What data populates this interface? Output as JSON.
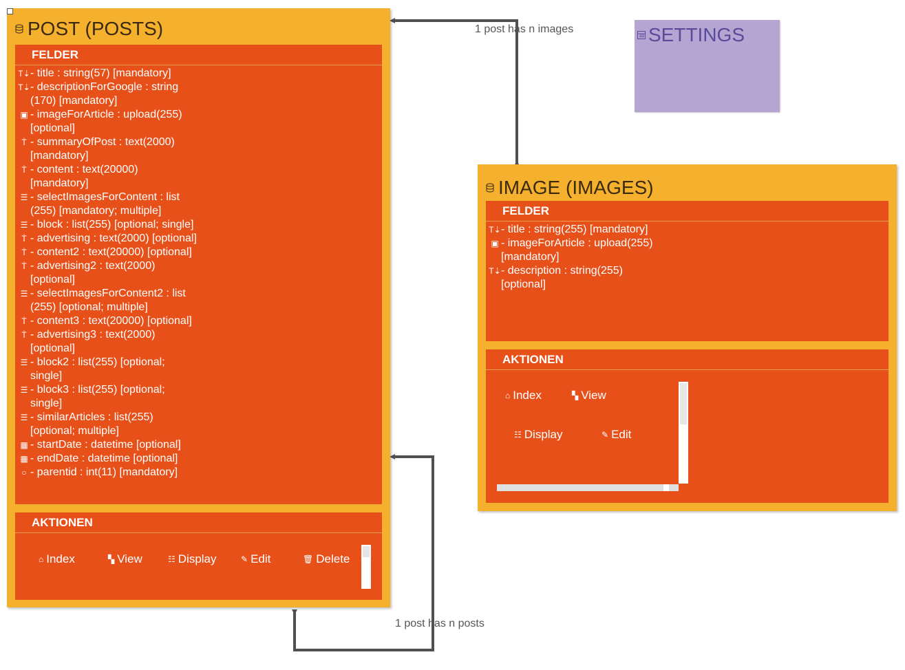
{
  "post_entity": {
    "title": "POST (POSTS)",
    "fields_header": "FELDER",
    "fields": [
      {
        "icon": "string-icon",
        "text": "- title : string(57) [mandatory]"
      },
      {
        "icon": "string-icon",
        "text": "- descriptionForGoogle : string (170) [mandatory]"
      },
      {
        "icon": "upload-icon",
        "text": "- imageForArticle : upload(255) [optional]"
      },
      {
        "icon": "text-icon",
        "text": "- summaryOfPost : text(2000) [mandatory]"
      },
      {
        "icon": "text-icon",
        "text": "- content : text(20000) [mandatory]"
      },
      {
        "icon": "list-icon",
        "text": "- selectImagesForContent : list (255) [mandatory; multiple]"
      },
      {
        "icon": "list-icon",
        "text": "- block : list(255) [optional; single]"
      },
      {
        "icon": "text-icon",
        "text": "- advertising : text(2000) [optional]"
      },
      {
        "icon": "text-icon",
        "text": "- content2 : text(20000) [optional]"
      },
      {
        "icon": "text-icon",
        "text": "- advertising2 : text(2000) [optional]"
      },
      {
        "icon": "list-icon",
        "text": "- selectImagesForContent2 : list (255) [optional; multiple]"
      },
      {
        "icon": "text-icon",
        "text": "- content3 : text(20000) [optional]"
      },
      {
        "icon": "text-icon",
        "text": "- advertising3 : text(2000) [optional]"
      },
      {
        "icon": "list-icon",
        "text": "- block2 : list(255) [optional; single]"
      },
      {
        "icon": "list-icon",
        "text": "- block3 : list(255) [optional; single]"
      },
      {
        "icon": "list-icon",
        "text": "- similarArticles : list(255) [optional; multiple]"
      },
      {
        "icon": "calendar-icon",
        "text": "- startDate : datetime [optional]"
      },
      {
        "icon": "calendar-icon",
        "text": "- endDate : datetime [optional]"
      },
      {
        "icon": "circle-icon",
        "text": "- parentid : int(11) [mandatory]"
      }
    ],
    "actions_header": "AKTIONEN",
    "actions": [
      "Index",
      "View",
      "Display",
      "Edit",
      "Delete"
    ]
  },
  "image_entity": {
    "title": "IMAGE (IMAGES)",
    "fields_header": "FELDER",
    "fields": [
      {
        "icon": "string-icon",
        "text": "- title : string(255) [mandatory]"
      },
      {
        "icon": "upload-icon",
        "text": "- imageForArticle : upload(255) [mandatory]"
      },
      {
        "icon": "string-icon",
        "text": "- description : string(255) [optional]"
      }
    ],
    "actions_header": "AKTIONEN",
    "actions": [
      "Index",
      "View",
      "Display",
      "Edit"
    ]
  },
  "settings_entity": {
    "title": "SETTINGS"
  },
  "relations": {
    "images": "1 post has n images",
    "posts": "1 post has n posts"
  },
  "colors": {
    "entity_bg": "#f5b02e",
    "panel_bg": "#e8501a",
    "settings_bg": "#b4a5d2",
    "settings_text": "#5a4a9a",
    "connector": "#505050"
  }
}
